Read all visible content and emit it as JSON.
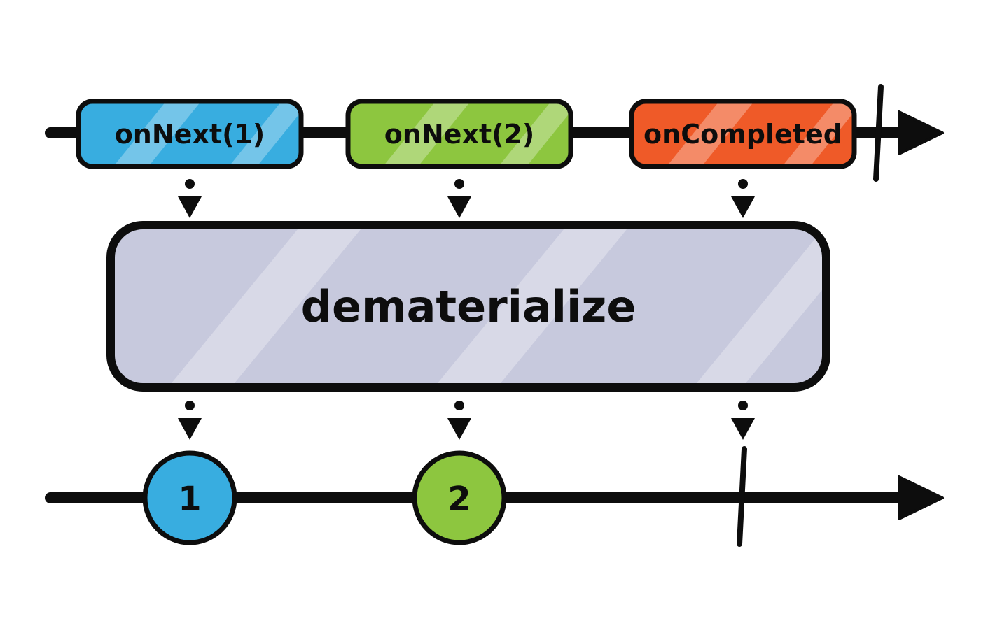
{
  "colors": {
    "blue": "#38ADE0",
    "green": "#8DC63F",
    "orange": "#EF5A28",
    "lavender": "#C7C9DD",
    "outline": "#0d0d0d"
  },
  "source_timeline": {
    "events": [
      {
        "label": "onNext(1)",
        "color": "#38ADE0"
      },
      {
        "label": "onNext(2)",
        "color": "#8DC63F"
      },
      {
        "label": "onCompleted",
        "color": "#EF5A28"
      }
    ]
  },
  "operator": {
    "label": "dematerialize",
    "color": "#C7C9DD"
  },
  "output_timeline": {
    "marbles": [
      {
        "label": "1",
        "color": "#38ADE0"
      },
      {
        "label": "2",
        "color": "#8DC63F"
      }
    ]
  }
}
